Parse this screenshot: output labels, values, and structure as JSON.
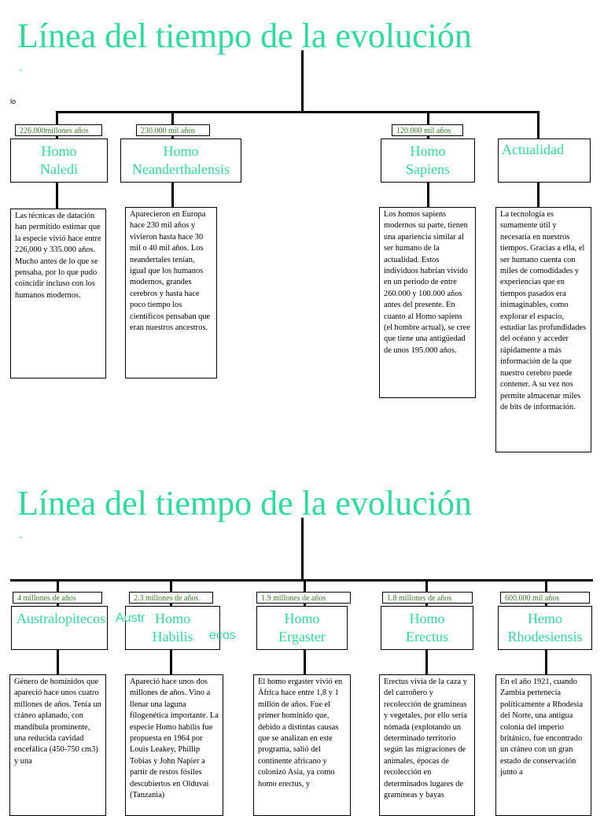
{
  "section1": {
    "title": "Línea del tiempo de la evolución",
    "stray_mark": "-",
    "stray_text": "lo",
    "items": [
      {
        "date": "226.000millones años",
        "name": "Homo Naledi",
        "desc": "Las técnicas de datación han permitido estimar que la especie vivió hace entre 226,000 y 335.000 años. Mucho antes de lo que se pensaba, por lo que pudo coincidir incluso con los humanos modernos."
      },
      {
        "date": "230.000 mil años",
        "name": "Homo Neanderthalensis",
        "desc": "Aparecieron en Europa hace 230 mil años y vivieron hasta hace 30 mil o 40 mil años. Los neandertales tenían, igual que los humanos modernos, grandes cerebros y hasta hace poco tiempo los científicos pensaban que eran nuestros ancestros."
      },
      {
        "date": "120.000 mil años",
        "name": "Homo Sapiens",
        "desc": "Los homos sapiens modernos su parte, tienen una apariencia similar al ser humano de la actualidad. Estos individuos habrían vivido en un periodo de entre 260.000 y 100.000 años antes del presente. En cuanto al Homo sapiens (el hombre actual), se cree que tiene una antigüedad de unos 195.000 años."
      },
      {
        "date": "",
        "name": "Actualidad",
        "desc": "La tecnología es sumamente útil y necesaria en nuestros tiempos. Gracias a ella, el ser humano cuenta con miles de comodidades y experiencias que en tiempos pasados era inimaginables, como explorar el espacio, estudiar las profundidades del océano y acceder rápidamente a más información de la que nuestro cerebro puede contener. A su vez nos permite almacenar miles de bits de información."
      }
    ]
  },
  "section2": {
    "title": "Línea del tiempo de la evolución",
    "stray_mark": "-",
    "overlay_a": "Austr",
    "overlay_b": "ecos",
    "items": [
      {
        "date": "4 millones de años",
        "name": "Australopitecos",
        "desc": "Género de homínidos que apareció hace unos cuatro millones de años. Tenía un cráneo aplanado, con mandíbula prominente, una reducida cavidad encefálica (450-750 cm3) y una"
      },
      {
        "date": "2.3 millones de años",
        "name": "Homo Habilis",
        "desc": "Apareció hace unos dos millones de años. Vino a llenar una laguna filogenética importante. La especie Homo habilis fue propuesta en 1964 por Louis Leakey, Phillip Tobias y John Napier a partir de restos fósiles descubiertos en Olduvai (Tanzania)"
      },
      {
        "date": "1.9 millones de años",
        "name": "Homo Ergaster",
        "desc": "El homo ergaster vivió en África hace entre 1,8 y 1 millón de años. Fue el primer homínido que, debido a distintas causas que se analizan en este programa, salió del continente africano y colonizó Asia, ya como homo erectus, y"
      },
      {
        "date": "1.8 millones de años",
        "name": "Homo Erectus",
        "desc": "Erectus vivía de la caza y del carroñero y recolección de gramíneas y vegetales, por ello sería nómada (explotando un determinado territorio según las migraciones de animales, épocas de recolección en determinados lugares de gramíneas y bayas"
      },
      {
        "date": "600.000 mil años",
        "name": "Hemo Rhodesiensis",
        "desc": "En el año 1921, cuando Zambia pertenecía políticamente a Rhodesia del Norte, una antigua colonia del imperio británico, fue encontrado un cráneo con un gran estado de conservación junto a"
      }
    ]
  }
}
